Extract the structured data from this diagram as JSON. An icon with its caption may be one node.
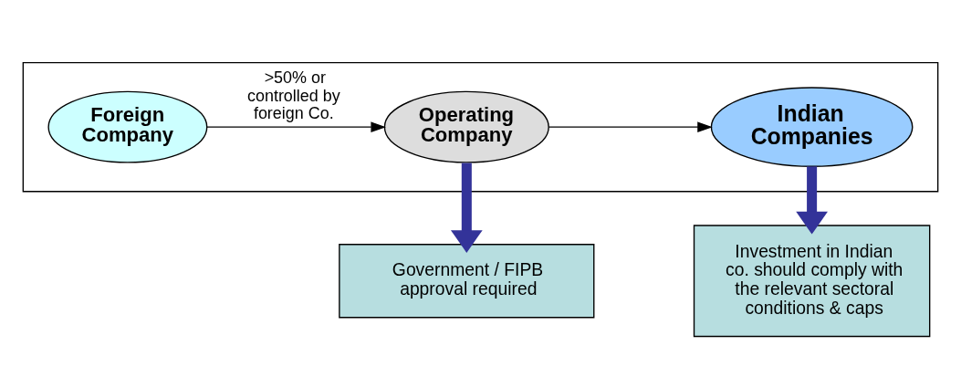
{
  "diagram": {
    "nodes": [
      {
        "text": [],
        "shape": "box"
      },
      {
        "text": [
          "Foreign Company"
        ],
        "in": 0
      },
      {
        "text": [
          "Operating Company"
        ],
        "in": 0
      },
      {
        "text": [
          "Indian Companies"
        ],
        "in": 0
      },
      {
        "text": [
          "Government / FIPB approval required"
        ]
      },
      {
        "text": [
          "Investment in Indian co. should comply with the relevant sectoral conditions & caps"
        ]
      }
    ],
    "edges": [
      {
        "from": 1,
        "to": 2,
        "arrow": "to",
        "label": ">50% or controlled by foreign Co."
      },
      {
        "from": 2,
        "to": 3,
        "arrow": "to"
      },
      {
        "from": 2,
        "to": 4,
        "arrow": "to",
        "style": "thick",
        "color": "#333399"
      },
      {
        "from": 3,
        "to": 5,
        "arrow": "to",
        "style": "thick",
        "color": "#333399"
      }
    ]
  }
}
